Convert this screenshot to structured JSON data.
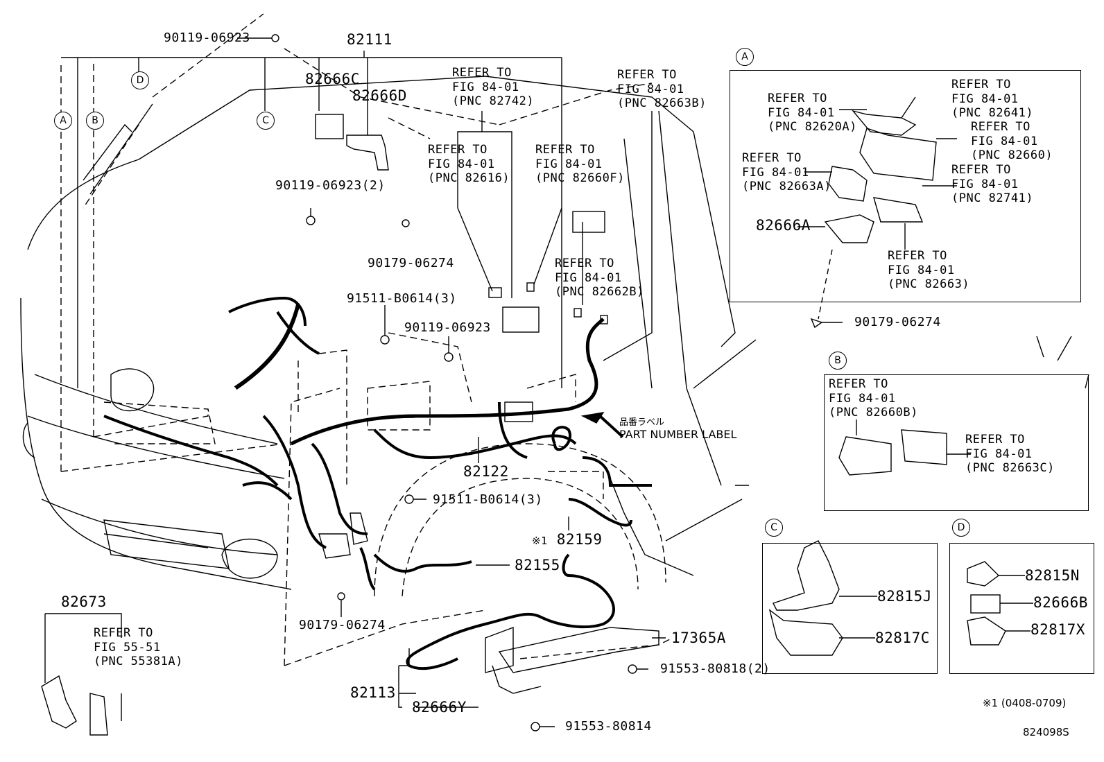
{
  "part_labels": {
    "p82111": "82111",
    "p82666C": "82666C",
    "p82666D": "82666D",
    "p82122": "82122",
    "p82159": "82159",
    "p82155": "82155",
    "p82673": "82673",
    "p82113": "82113",
    "p82666Y": "82666Y",
    "p17365A": "17365A",
    "p82666A": "82666A",
    "p82815J": "82815J",
    "p82817C": "82817C",
    "p82815N": "82815N",
    "p82666B": "82666B",
    "p82817X": "82817X"
  },
  "fastener_labels": {
    "f1": "90119-06923",
    "f2": "90119-06923(2)",
    "f3": "90179-06274",
    "f4": "91511-B0614(3)",
    "f5": "90119-06923",
    "f6": "91511-B0614(3)",
    "f7": "90179-06274",
    "f8": "91553-80818(2)",
    "f9": "91553-80814",
    "f10": "90179-06274"
  },
  "refer_notes": {
    "r82742": [
      "REFER TO",
      "FIG 84-01",
      "(PNC 82742)"
    ],
    "r82663B": [
      "REFER TO",
      "FIG 84-01",
      "(PNC 82663B)"
    ],
    "r82616": [
      "REFER TO",
      "FIG 84-01",
      "(PNC 82616)"
    ],
    "r82660F": [
      "REFER TO",
      "FIG 84-01",
      "(PNC 82660F)"
    ],
    "r82662B": [
      "REFER TO",
      "FIG 84-01",
      "(PNC 82662B)"
    ],
    "r55381A": [
      "REFER TO",
      "FIG 55-51",
      "(PNC 55381A)"
    ],
    "rA_82620A": [
      "REFER TO",
      "FIG 84-01",
      "(PNC 82620A)"
    ],
    "rA_82641": [
      "REFER TO",
      "FIG 84-01",
      "(PNC 82641)"
    ],
    "rA_82660": [
      "REFER TO",
      "FIG 84-01",
      "(PNC 82660)"
    ],
    "rA_82663A": [
      "REFER TO",
      "FIG 84-01",
      "(PNC 82663A)"
    ],
    "rA_82741": [
      "REFER TO",
      "FIG 84-01",
      "(PNC 82741)"
    ],
    "rA_82663": [
      "REFER TO",
      "FIG 84-01",
      "(PNC 82663)"
    ],
    "rB_82660B": [
      "REFER TO",
      "FIG 84-01",
      "(PNC 82660B)"
    ],
    "rB_82663C": [
      "REFER TO",
      "FIG 84-01",
      "(PNC 82663C)"
    ]
  },
  "callouts": {
    "A": "A",
    "B": "B",
    "C": "C",
    "D": "D"
  },
  "part_number_label": {
    "jp": "品番ラベル",
    "en": "PART NUMBER LABEL"
  },
  "footnote_mark": "※1",
  "footnote": "※1 (0408-0709)",
  "diagram_id": "824098S"
}
